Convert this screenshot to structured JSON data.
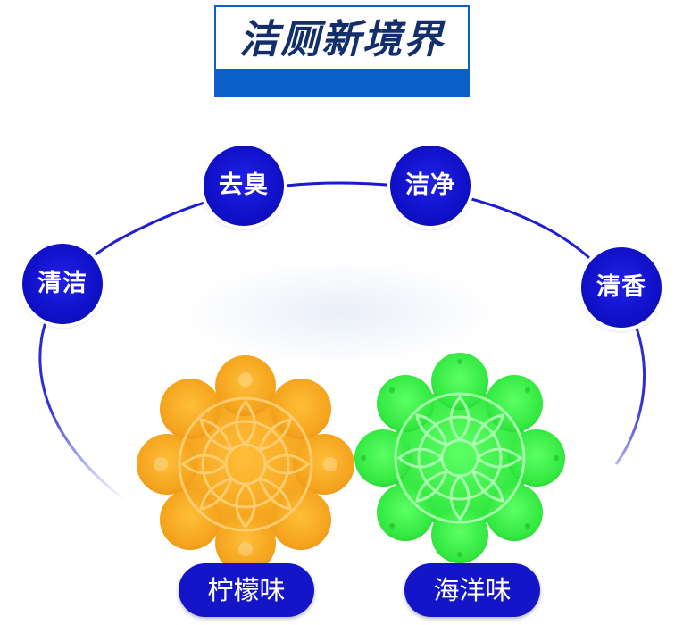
{
  "header": {
    "title": "洁厕新境界"
  },
  "features": [
    {
      "label": "清洁"
    },
    {
      "label": "去臭"
    },
    {
      "label": "洁净"
    },
    {
      "label": "清香"
    }
  ],
  "scents": [
    {
      "label": "柠檬味",
      "color": "#f4a61f"
    },
    {
      "label": "海洋味",
      "color": "#3df04a"
    }
  ],
  "colors": {
    "brand_blue": "#0c5fc7",
    "title_navy": "#132f6b",
    "circle_blue": "#1414c8"
  }
}
